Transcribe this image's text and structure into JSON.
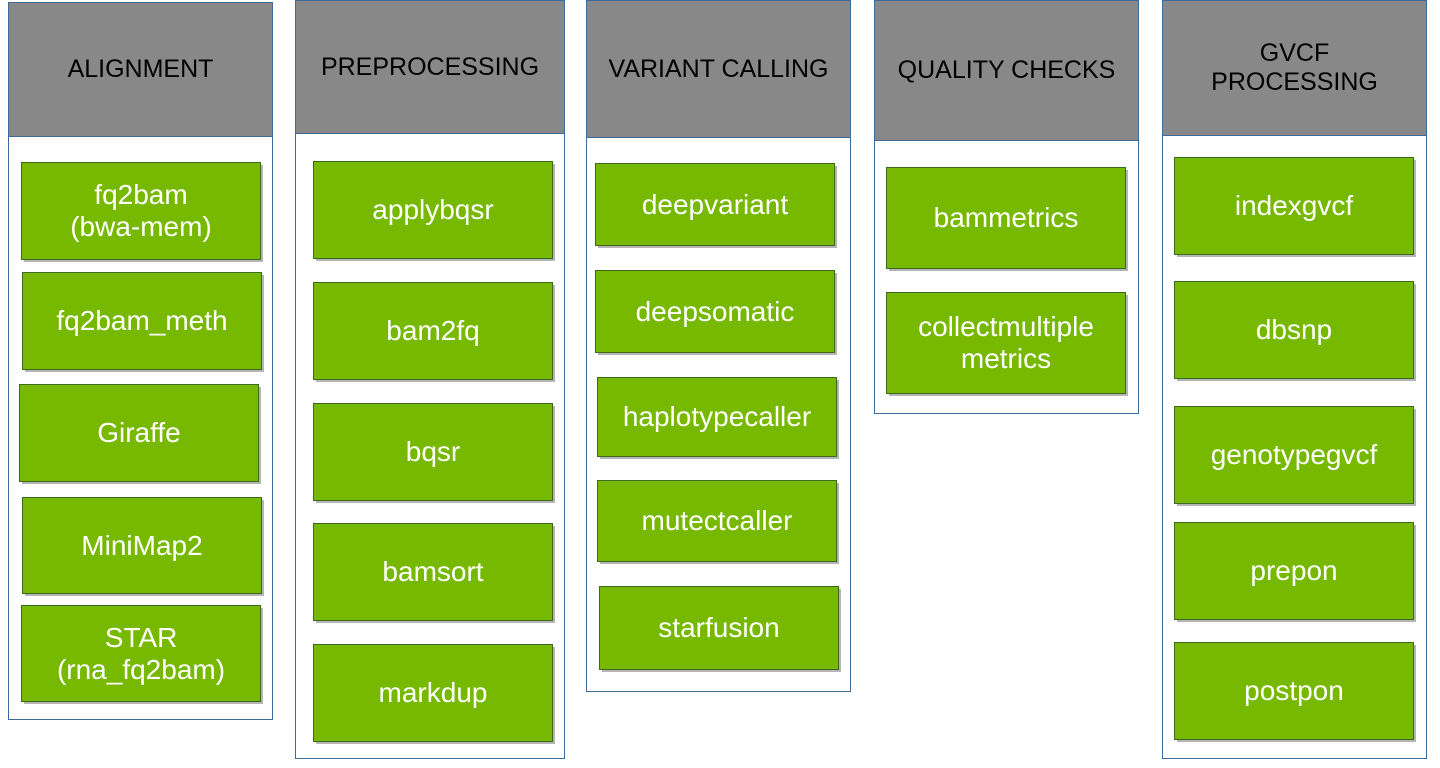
{
  "columns": [
    {
      "id": "alignment",
      "title": "ALIGNMENT",
      "tools": [
        "fq2bam\n(bwa-mem)",
        "fq2bam_meth",
        "Giraffe",
        "MiniMap2",
        "STAR\n(rna_fq2bam)"
      ]
    },
    {
      "id": "preprocessing",
      "title": "PREPROCESSING",
      "tools": [
        "applybqsr",
        "bam2fq",
        "bqsr",
        "bamsort",
        "markdup"
      ]
    },
    {
      "id": "variant-calling",
      "title": "VARIANT CALLING",
      "tools": [
        "deepvariant",
        "deepsomatic",
        "haplotypecaller",
        "mutectcaller",
        "starfusion"
      ]
    },
    {
      "id": "quality-checks",
      "title": "QUALITY CHECKS",
      "tools": [
        "bammetrics",
        "collectmultiple\nmetrics"
      ]
    },
    {
      "id": "gvcf-processing",
      "title": "GVCF\nPROCESSING",
      "tools": [
        "indexgvcf",
        "dbsnp",
        "genotypegvcf",
        "prepon",
        "postpon"
      ]
    }
  ],
  "colors": {
    "header_fill": "#888888",
    "tool_fill": "#76b900",
    "column_border": "#3e6a9b"
  }
}
